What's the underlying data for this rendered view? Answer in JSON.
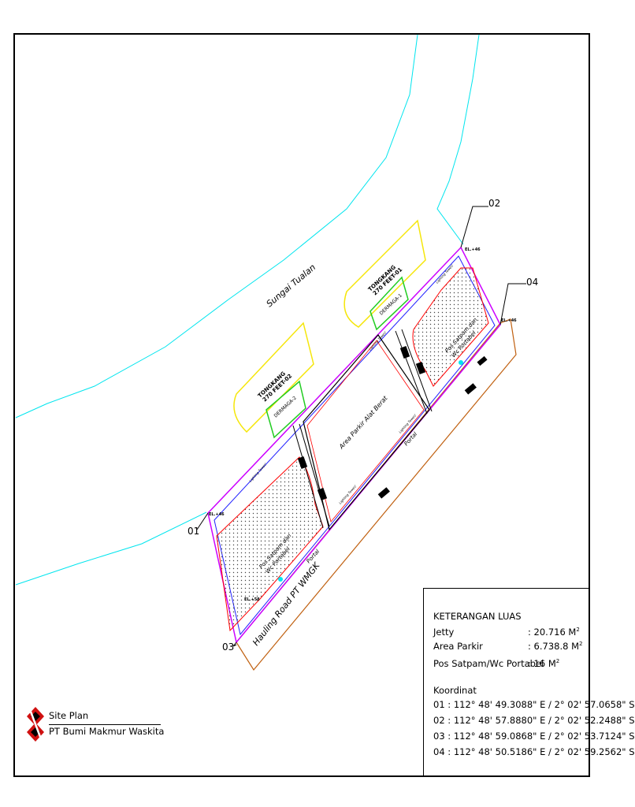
{
  "plan": {
    "river_label": "Sungai Tualan",
    "barge_1_title": "TONGKANG",
    "barge_1_sub": "270 FEET-01",
    "barge_2_title": "TONGKANG",
    "barge_2_sub": "270 FEET-02",
    "dermaga_1": "DERMAGA-1",
    "dermaga_2": "DERMAGA-2",
    "parking_label": "Area Parkir Alat Berat",
    "pos_label": "Pos Satpam dan",
    "wc_label": "Wc Portabel",
    "lighting_label": "Lighting Tower/",
    "lighting_sub": "Solar Cell",
    "portal_label": "Portal",
    "road_label": "Hauling Road PT WMGK",
    "elev_top": "EL.+46",
    "elev_bottom": "EL.+58",
    "points": [
      "01",
      "02",
      "03",
      "04"
    ]
  },
  "legend": {
    "title": "KETERANGAN LUAS",
    "areas": [
      {
        "name": "Jetty",
        "value": ": 20.716 M",
        "unit": "2"
      },
      {
        "name": "Area Parkir",
        "value": ": 6.738.8 M",
        "unit": "2"
      },
      {
        "name": "Pos Satpam/Wc Portabel",
        "value": ": 16 M",
        "unit": "2"
      }
    ],
    "coord_title": "Koordinat",
    "coords": [
      "01 : 112° 48' 49.3088\" E / 2° 02' 57.0658\" S",
      "02 : 112° 48' 57.8880\" E / 2° 02' 52.2488\" S",
      "03 : 112° 48' 59.0868\" E / 2° 02' 53.7124\" S",
      "04 : 112° 48' 50.5186\" E / 2° 02' 59.2562\" S"
    ]
  },
  "title_block": {
    "name": "Site Plan",
    "company": "PT Bumi Makmur Waskita"
  },
  "colors": {
    "river": "#00e5ee",
    "boundary": "#cc00ff",
    "barge": "#f5e60a",
    "dermaga": "#22cc22",
    "fill_red": "#ff0000",
    "road": "#c06010",
    "inner": "#2020ff"
  }
}
